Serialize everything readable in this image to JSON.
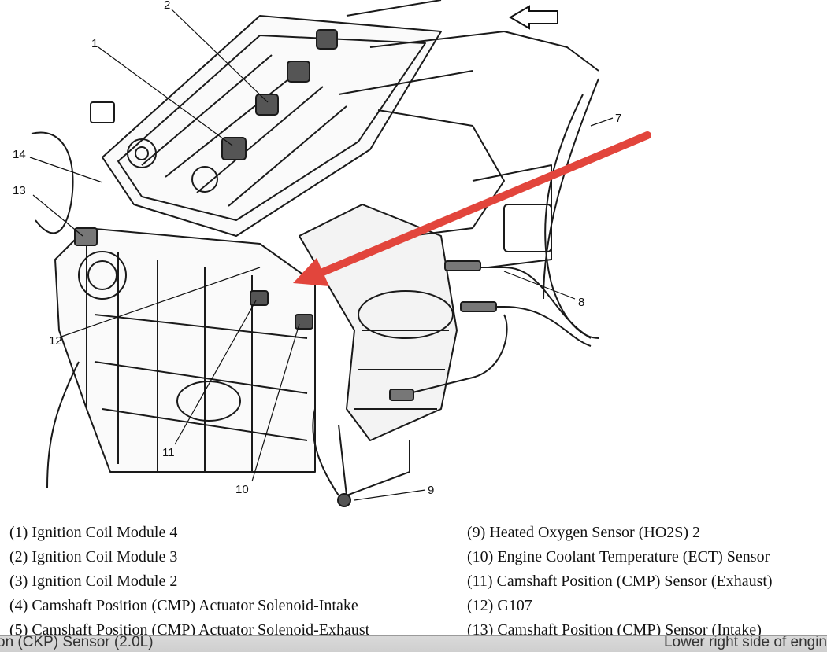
{
  "callouts": [
    "1",
    "2",
    "7",
    "8",
    "9",
    "10",
    "11",
    "12",
    "13",
    "14"
  ],
  "legend_left": [
    "(1)  Ignition Coil Module 4",
    "(2)  Ignition Coil Module 3",
    "(3)  Ignition Coil Module 2",
    "(4)  Camshaft Position (CMP) Actuator Solenoid-Intake",
    "(5)  Camshaft Position (CMP) Actuator Solenoid-Exhaust"
  ],
  "legend_right": [
    " (9)  Heated Oxygen Sensor (HO2S) 2",
    "(10) Engine Coolant Temperature (ECT) Sensor",
    "(11) Camshaft Position (CMP) Sensor (Exhaust)",
    "(12) G107",
    "(13) Camshaft Position (CMP) Sensor (Intake)"
  ],
  "footer": {
    "left_text": "on (CKP) Sensor (2.0L)",
    "right_text": "Lower right side of engin"
  },
  "colors": {
    "arrow": "#e2453c",
    "line_art": "#1a1a1a",
    "footer_bg": "#d4d4d4"
  }
}
